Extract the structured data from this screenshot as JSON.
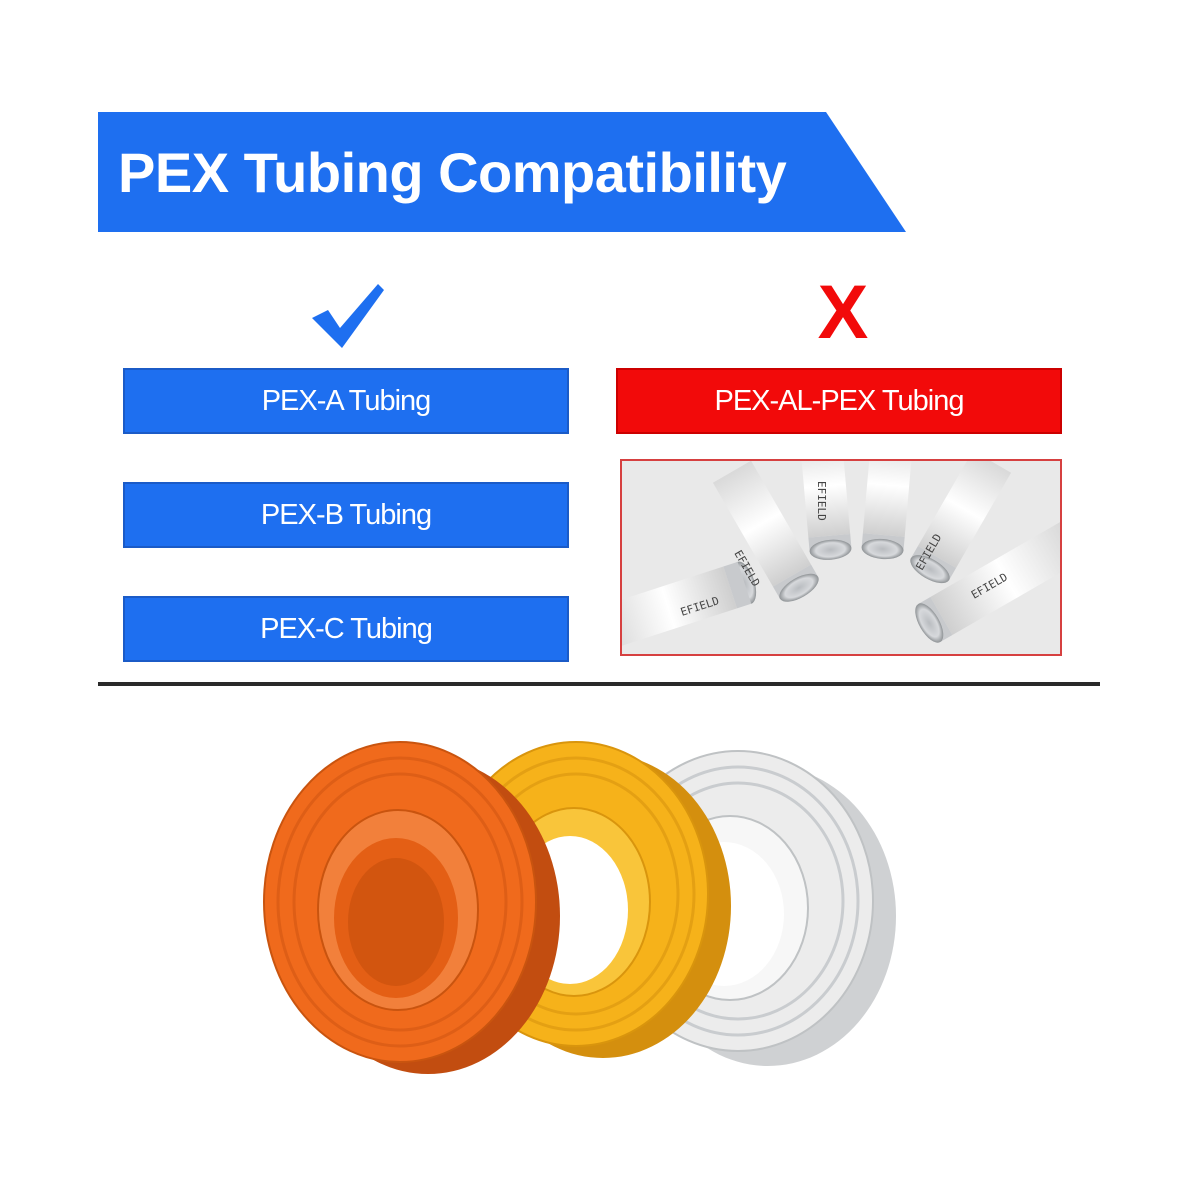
{
  "title": "PEX Tubing Compatibility",
  "compatible": {
    "icon": "checkmark-icon",
    "items": [
      "PEX-A Tubing",
      "PEX-B Tubing",
      "PEX-C Tubing"
    ]
  },
  "incompatible": {
    "icon": "x-mark-icon",
    "mark_text": "X",
    "items": [
      "PEX-AL-PEX Tubing"
    ],
    "photo_labels": [
      "EFIELD",
      "EFIELD",
      "EFIELD",
      "EFIELD",
      "EFIELD"
    ]
  },
  "coils": [
    "orange",
    "yellow",
    "white"
  ],
  "colors": {
    "accent_blue": "#1e6ff0",
    "accent_red": "#f20a0a",
    "coil_orange": "#f06a1c",
    "coil_yellow": "#f6b21a",
    "coil_white": "#ececec"
  }
}
